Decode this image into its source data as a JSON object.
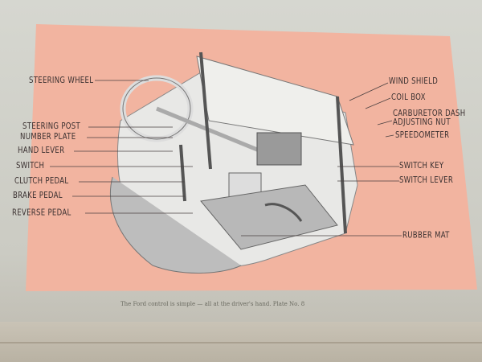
{
  "colors": {
    "panel": "#f2b4a0",
    "background": "#cfd0c9",
    "ink": "#3a3030"
  },
  "labels_left": [
    "STEERING WHEEL",
    "STEERING POST",
    "NUMBER PLATE",
    "HAND LEVER",
    "SWITCH",
    "CLUTCH PEDAL",
    "BRAKE PEDAL",
    "REVERSE PEDAL"
  ],
  "labels_right": [
    "WIND SHIELD",
    "COIL BOX",
    "CARBURETOR DASH",
    "ADJUSTING NUT",
    "SPEEDOMETER",
    "SWITCH KEY",
    "SWITCH LEVER",
    "RUBBER MAT"
  ],
  "caption": "The Ford control is simple — all at the driver's hand. Plate No. 8"
}
